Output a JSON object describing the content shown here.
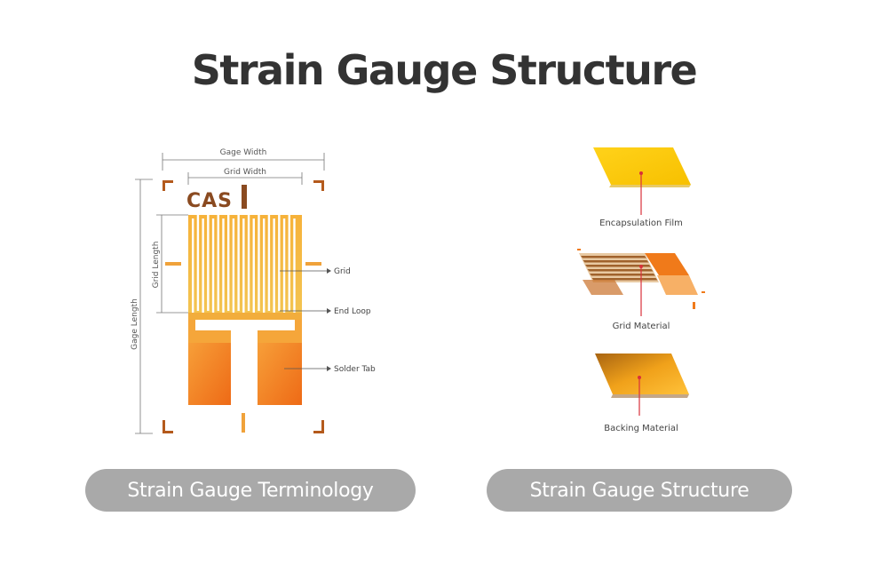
{
  "title": "Strain Gauge Structure",
  "brand": {
    "logo_text": "CAS"
  },
  "terminology": {
    "gage_width": "Gage Width",
    "grid_width": "Grid Width",
    "grid_length": "Grid Length",
    "gage_length": "Gage Length",
    "grid": "Grid",
    "end_loop": "End Loop",
    "solder_tab": "Solder Tab"
  },
  "structure": {
    "encapsulation": "Encapsulation Film",
    "grid_material": "Grid Material",
    "backing": "Backing Material"
  },
  "buttons": {
    "terminology": "Strain Gauge Terminology",
    "structure": "Strain Gauge Structure"
  },
  "colors": {
    "title": "#333333",
    "pill": "#a9a9a9",
    "orange": "#f07a1a",
    "gold": "#f6c23a",
    "brown": "#8a4a20",
    "arrow": "#d9303a"
  }
}
